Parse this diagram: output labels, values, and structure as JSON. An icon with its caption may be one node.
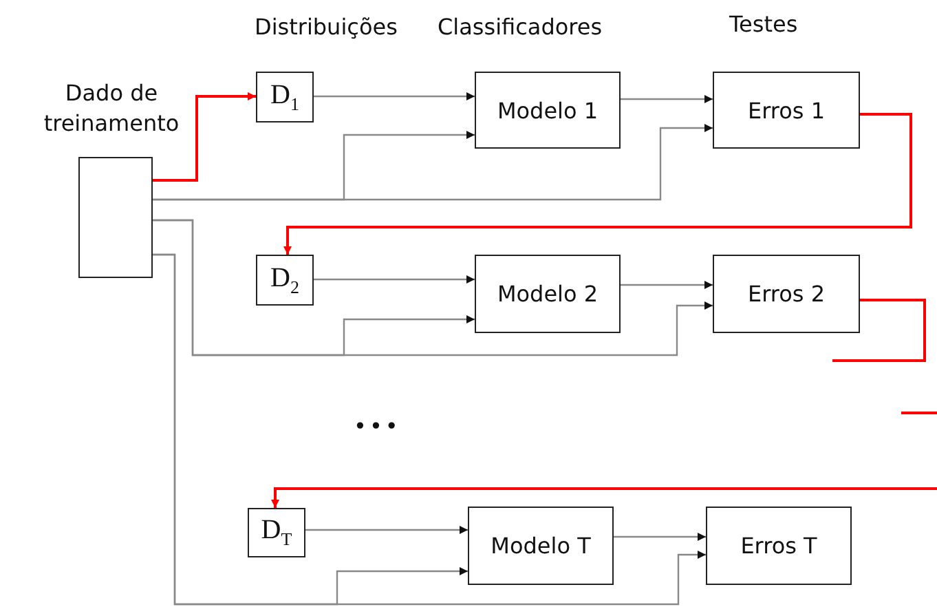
{
  "diagram": {
    "nodes": [
      {
        "text": [
          "Dado de treinamento"
        ]
      },
      {
        "text": [
          "D$_{1}$"
        ]
      },
      {
        "text": [
          "Modelo 1"
        ]
      },
      {
        "text": [
          "Erros 1"
        ]
      },
      {
        "text": [
          "D$_{2}$"
        ]
      },
      {
        "text": [
          "Modelo 2"
        ]
      },
      {
        "text": [
          "Erros 2"
        ]
      },
      {
        "text": [
          "D$_{T}$"
        ]
      },
      {
        "text": [
          "Modelo T"
        ]
      },
      {
        "text": [
          "Erros T"
        ]
      }
    ],
    "edges": [
      {
        "from": 0,
        "to": 1,
        "arrow": "to",
        "color": "#ff0000"
      },
      {
        "from": 1,
        "to": 2,
        "arrow": "to"
      },
      {
        "from": 0,
        "to": 2,
        "arrow": "to"
      },
      {
        "from": 0,
        "to": 3,
        "arrow": "to"
      },
      {
        "from": 2,
        "to": 3,
        "arrow": "to"
      },
      {
        "from": 3,
        "to": 4,
        "arrow": "to",
        "color": "#ff0000"
      },
      {
        "from": 4,
        "to": 5,
        "arrow": "to"
      },
      {
        "from": 0,
        "to": 5,
        "arrow": "to"
      },
      {
        "from": 0,
        "to": 6,
        "arrow": "to"
      },
      {
        "from": 5,
        "to": 6,
        "arrow": "to"
      },
      {
        "from": 6,
        "to": null,
        "arrow": "none",
        "color": "#ff0000"
      },
      {
        "from": null,
        "to": 7,
        "arrow": "to",
        "color": "#ff0000"
      },
      {
        "from": 7,
        "to": 8,
        "arrow": "to"
      },
      {
        "from": 0,
        "to": 8,
        "arrow": "to"
      },
      {
        "from": 0,
        "to": 9,
        "arrow": "to"
      },
      {
        "from": 8,
        "to": 9,
        "arrow": "to"
      }
    ],
    "labels": [
      "Distribuições",
      "Classificadores",
      "Testes",
      "•••"
    ]
  }
}
